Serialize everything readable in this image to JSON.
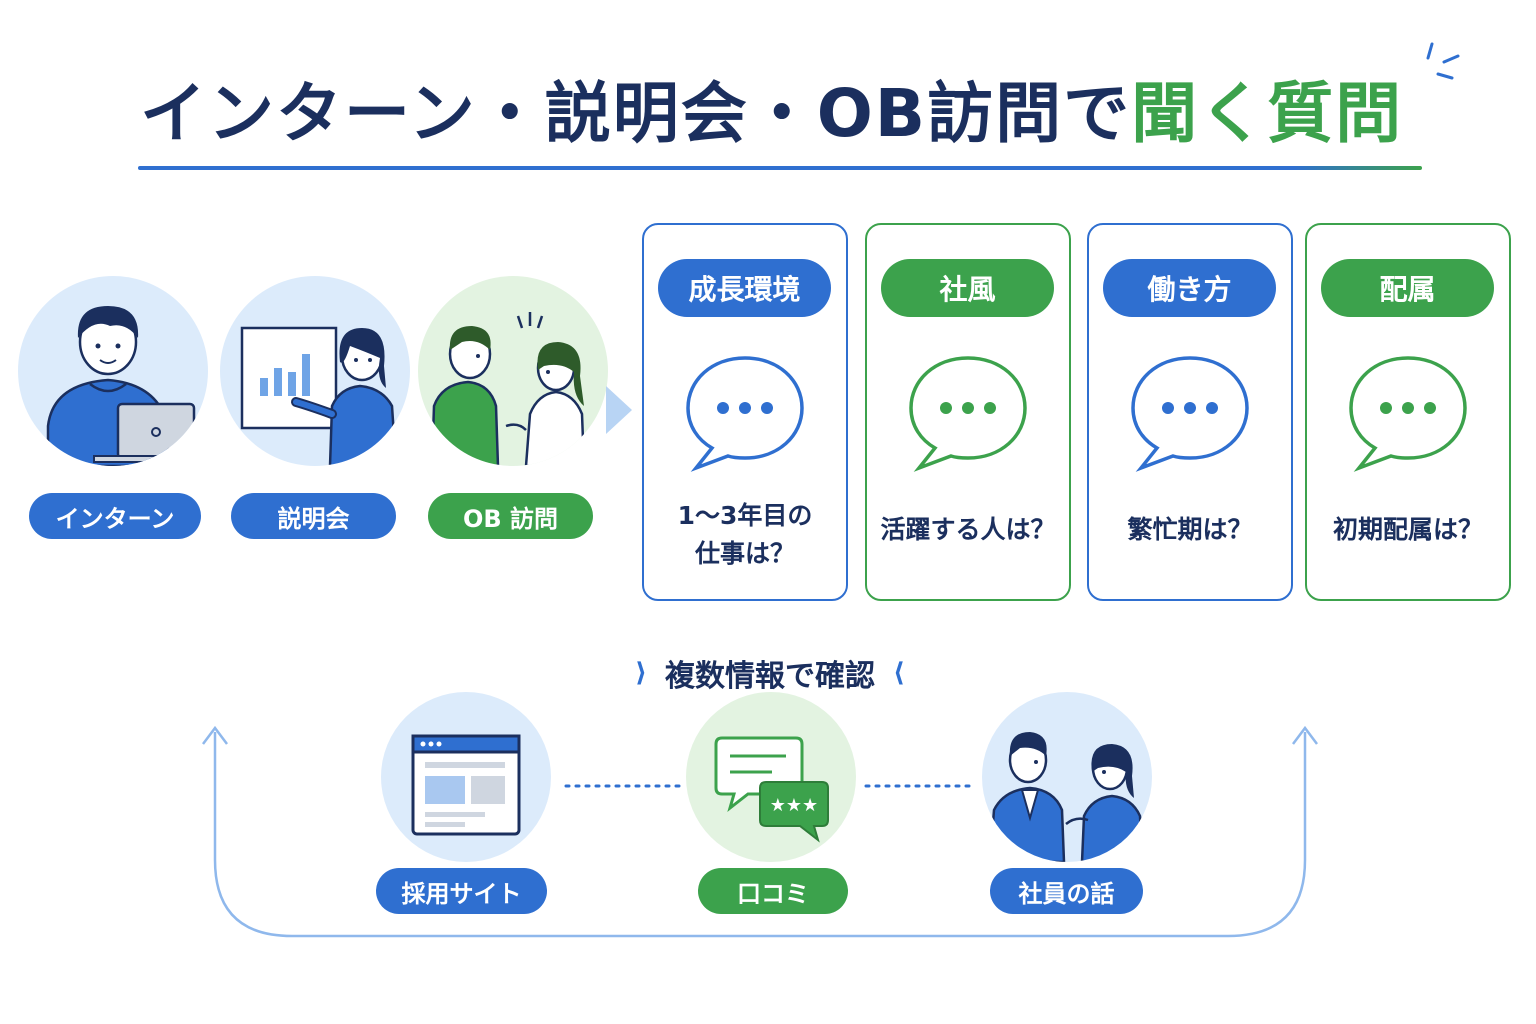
{
  "title": {
    "main": "インターン・説明会・OB訪問で",
    "highlight": "聞く質問"
  },
  "sources": [
    {
      "label": "インターン",
      "color": "blue",
      "icon": "student-laptop-icon"
    },
    {
      "label": "説明会",
      "color": "blue",
      "icon": "presenter-chart-icon"
    },
    {
      "label": "OB 訪問",
      "color": "green",
      "icon": "conversation-people-icon"
    }
  ],
  "cards": [
    {
      "tag": "成長環境",
      "question_line1": "1〜3年目の",
      "question_line2": "仕事は？",
      "color": "blue"
    },
    {
      "tag": "社風",
      "question_line1": "活躍する人は？",
      "question_line2": "",
      "color": "green"
    },
    {
      "tag": "働き方",
      "question_line1": "繁忙期は？",
      "question_line2": "",
      "color": "blue"
    },
    {
      "tag": "配属",
      "question_line1": "初期配属は？",
      "question_line2": "",
      "color": "green"
    }
  ],
  "confirm": {
    "label": "複数情報で確認"
  },
  "info_sources": [
    {
      "label": "採用サイト",
      "color": "blue",
      "icon": "website-icon"
    },
    {
      "label": "口コミ",
      "color": "green",
      "icon": "review-chat-icon"
    },
    {
      "label": "社員の話",
      "color": "blue",
      "icon": "employees-talk-icon"
    }
  ],
  "colors": {
    "navy": "#1b2f5e",
    "blue": "#2f6fd0",
    "green": "#3ca24c",
    "light_blue": "#dcebfb",
    "light_green": "#e3f3e1"
  }
}
